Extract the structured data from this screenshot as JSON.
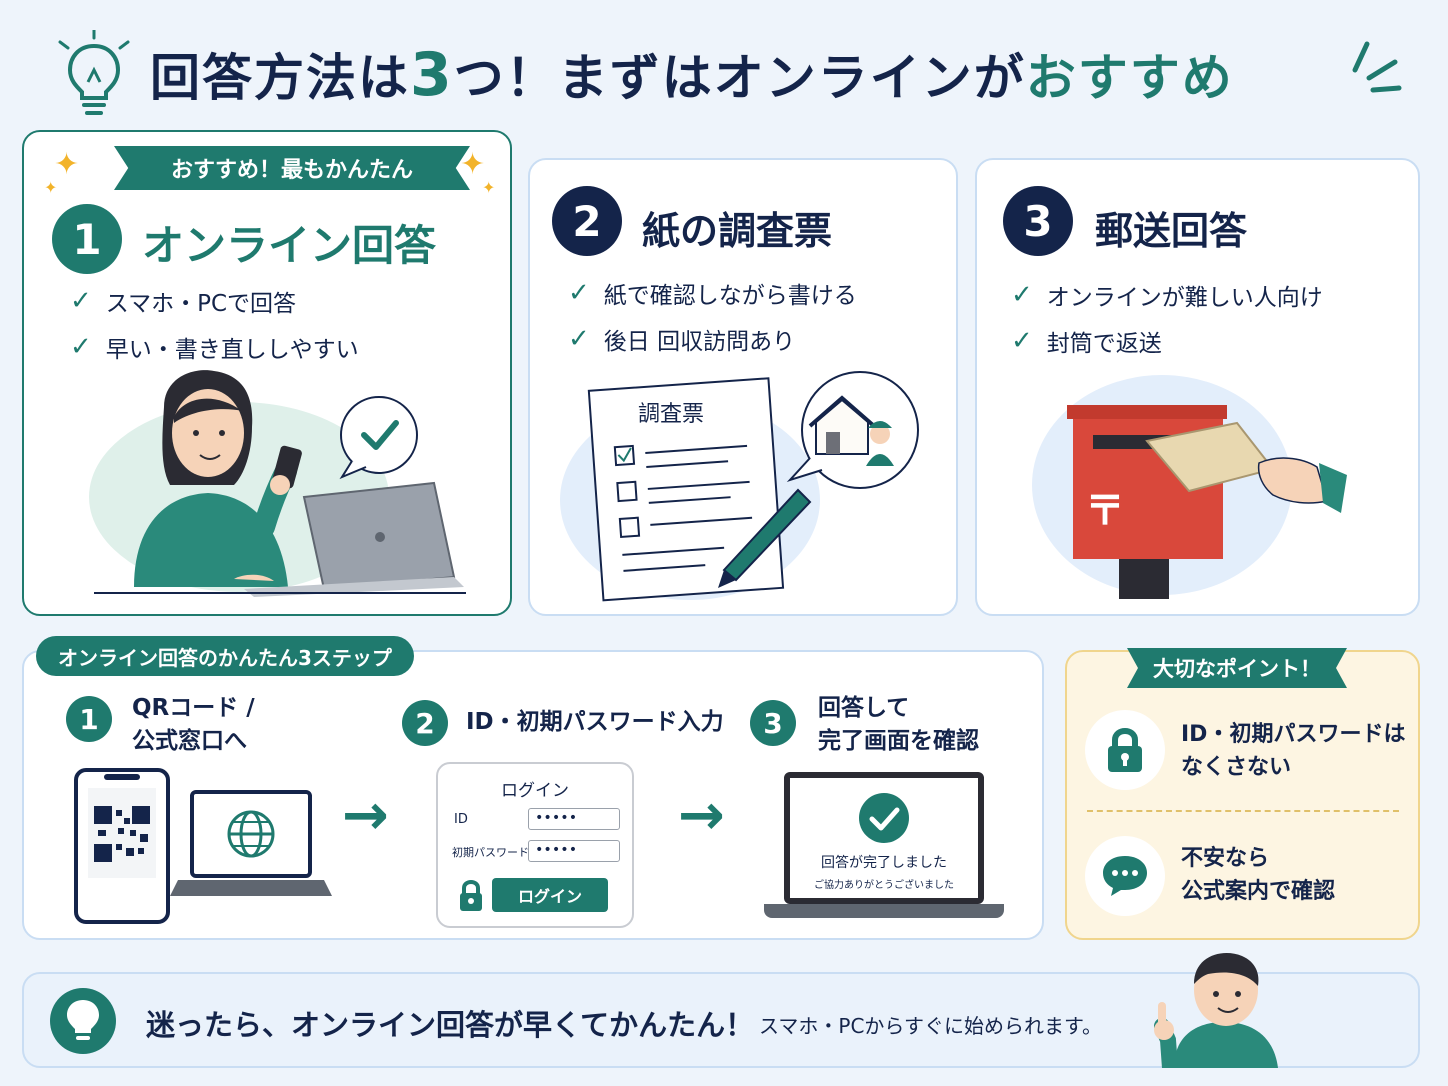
{
  "header": {
    "title_part1": "回答方法は",
    "title_num": "3",
    "title_part2": "つ！まずはオンラインが",
    "title_accent": "おすすめ"
  },
  "card1": {
    "ribbon": "おすすめ！最もかんたん",
    "number": "1",
    "title": "オンライン回答",
    "items": [
      "スマホ・PCで回答",
      "早い・書き直ししやすい"
    ]
  },
  "card2": {
    "number": "2",
    "title": "紙の調査票",
    "items": [
      "紙で確認しながら書ける",
      "後日 回収訪問あり"
    ],
    "paper_title": "調査票"
  },
  "card3": {
    "number": "3",
    "title": "郵送回答",
    "items": [
      "オンラインが難しい人向け",
      "封筒で返送"
    ],
    "mailbox_mark": "〒"
  },
  "steps": {
    "tag": "オンライン回答のかんたん3ステップ",
    "step1": {
      "number": "1",
      "line1": "QRコード /",
      "line2": "公式窓口へ"
    },
    "step2": {
      "number": "2",
      "line1": "ID・初期パスワード入力"
    },
    "step3": {
      "number": "3",
      "line1": "回答して",
      "line2": "完了画面を確認"
    },
    "login": {
      "title": "ログイン",
      "id_label": "ID",
      "pw_label": "初期パスワード",
      "masked": "•••••",
      "button": "ログイン"
    },
    "complete": {
      "line1": "回答が完了しました",
      "line2": "ご協力ありがとうございました"
    },
    "arrow": "→"
  },
  "points": {
    "tag": "大切なポイント！",
    "point1_line1": "ID・初期パスワードは",
    "point1_line2": "なくさない",
    "point2_line1": "不安なら",
    "point2_line2": "公式案内で確認"
  },
  "banner": {
    "main": "迷ったら、オンライン回答が早くてかんたん！",
    "sub": "スマホ・PCからすぐに始められます。"
  },
  "icons": {
    "check": "✓",
    "sparkle": "✦"
  },
  "colors": {
    "navy": "#14244a",
    "teal": "#1f7a6e",
    "background": "#eef4fb",
    "mailbox_red": "#d9483b",
    "points_bg": "#fdf5e2"
  }
}
